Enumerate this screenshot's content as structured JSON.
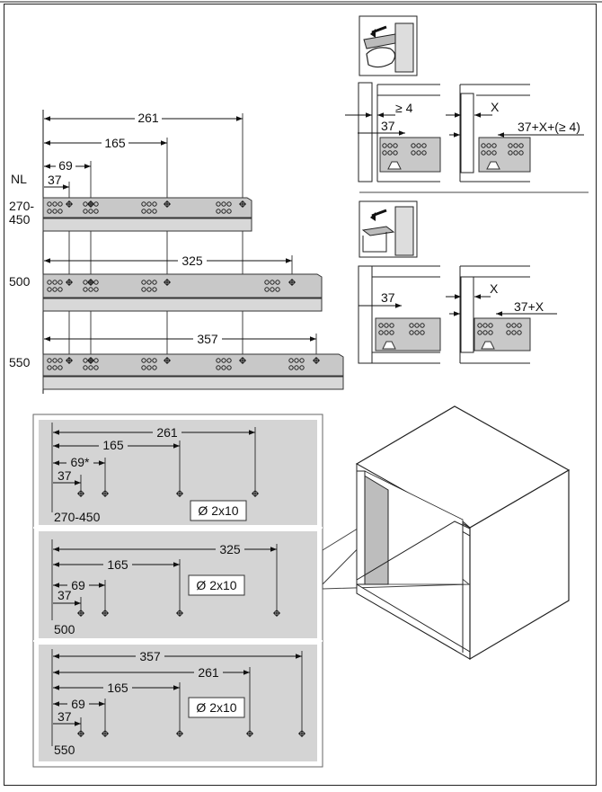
{
  "rail_dimensions": {
    "header_nl": "NL",
    "rail_270_450": {
      "nl": "270-\n450",
      "nl_line1": "270-",
      "nl_line2": "450",
      "dims": [
        "261",
        "165",
        "69",
        "37"
      ]
    },
    "rail_500": {
      "nl": "500",
      "dims": [
        "325"
      ]
    },
    "rail_550": {
      "nl": "550",
      "dims": [
        "357"
      ]
    }
  },
  "side_details": {
    "top": {
      "gap_min": "≥ 4",
      "offset": "37",
      "x_label": "X",
      "formula": "37+X+(≥ 4)"
    },
    "bottom": {
      "offset": "37",
      "x_label": "X",
      "formula": "37+X"
    }
  },
  "drill_templates": {
    "panel_270_450": {
      "label": "270-450",
      "d1": "261",
      "d2": "165",
      "d3": "69*",
      "d4": "37",
      "hole": "Ø 2x10"
    },
    "panel_500": {
      "label": "500",
      "d1": "325",
      "d2": "165",
      "d3": "69",
      "d4": "37",
      "hole": "Ø 2x10"
    },
    "panel_550": {
      "label": "550",
      "d1": "357",
      "d2": "261",
      "d3": "165",
      "d4": "69",
      "d5": "37",
      "hole": "Ø 2x10"
    }
  }
}
